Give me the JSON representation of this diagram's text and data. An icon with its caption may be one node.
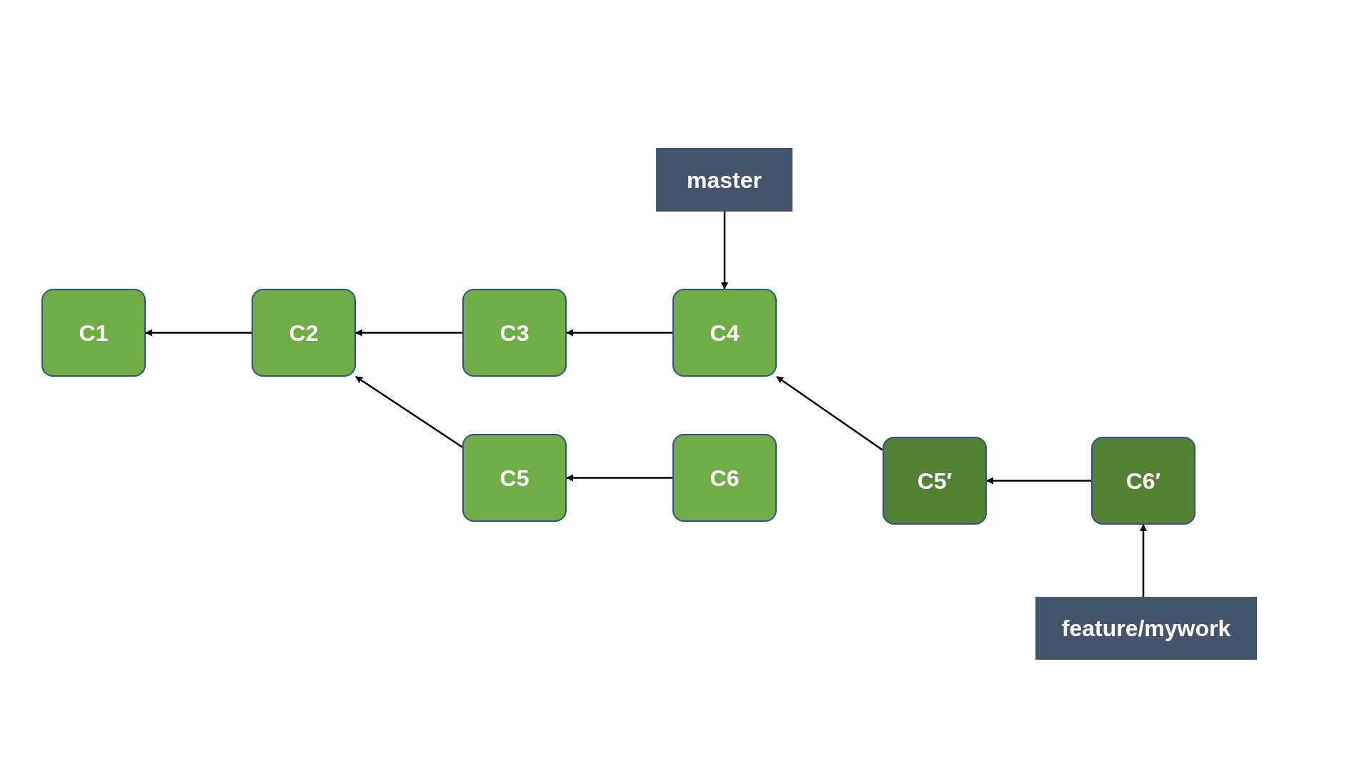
{
  "diagram": {
    "nodes": [
      {
        "text": [
          "C1"
        ]
      },
      {
        "text": [
          "C2"
        ]
      },
      {
        "text": [
          "C3"
        ]
      },
      {
        "text": [
          "C4"
        ]
      },
      {
        "text": [
          "master"
        ]
      },
      {
        "text": [
          "C5"
        ]
      },
      {
        "text": [
          "C6"
        ]
      },
      {
        "text": [
          "C5′"
        ]
      },
      {
        "text": [
          "C6′"
        ]
      },
      {
        "text": [
          "feature/mywork"
        ]
      }
    ],
    "edges": [
      {
        "from": 1,
        "to": 0,
        "arrow": "to"
      },
      {
        "from": 2,
        "to": 1,
        "arrow": "to"
      },
      {
        "from": 3,
        "to": 2,
        "arrow": "to"
      },
      {
        "from": 4,
        "to": 3,
        "arrow": "to"
      },
      {
        "from": 5,
        "to": 1,
        "arrow": "to"
      },
      {
        "from": 6,
        "to": 5,
        "arrow": "to"
      },
      {
        "from": 7,
        "to": 3,
        "arrow": "to"
      },
      {
        "from": 8,
        "to": 7,
        "arrow": "to"
      },
      {
        "from": 9,
        "to": 8,
        "arrow": "to"
      }
    ]
  }
}
